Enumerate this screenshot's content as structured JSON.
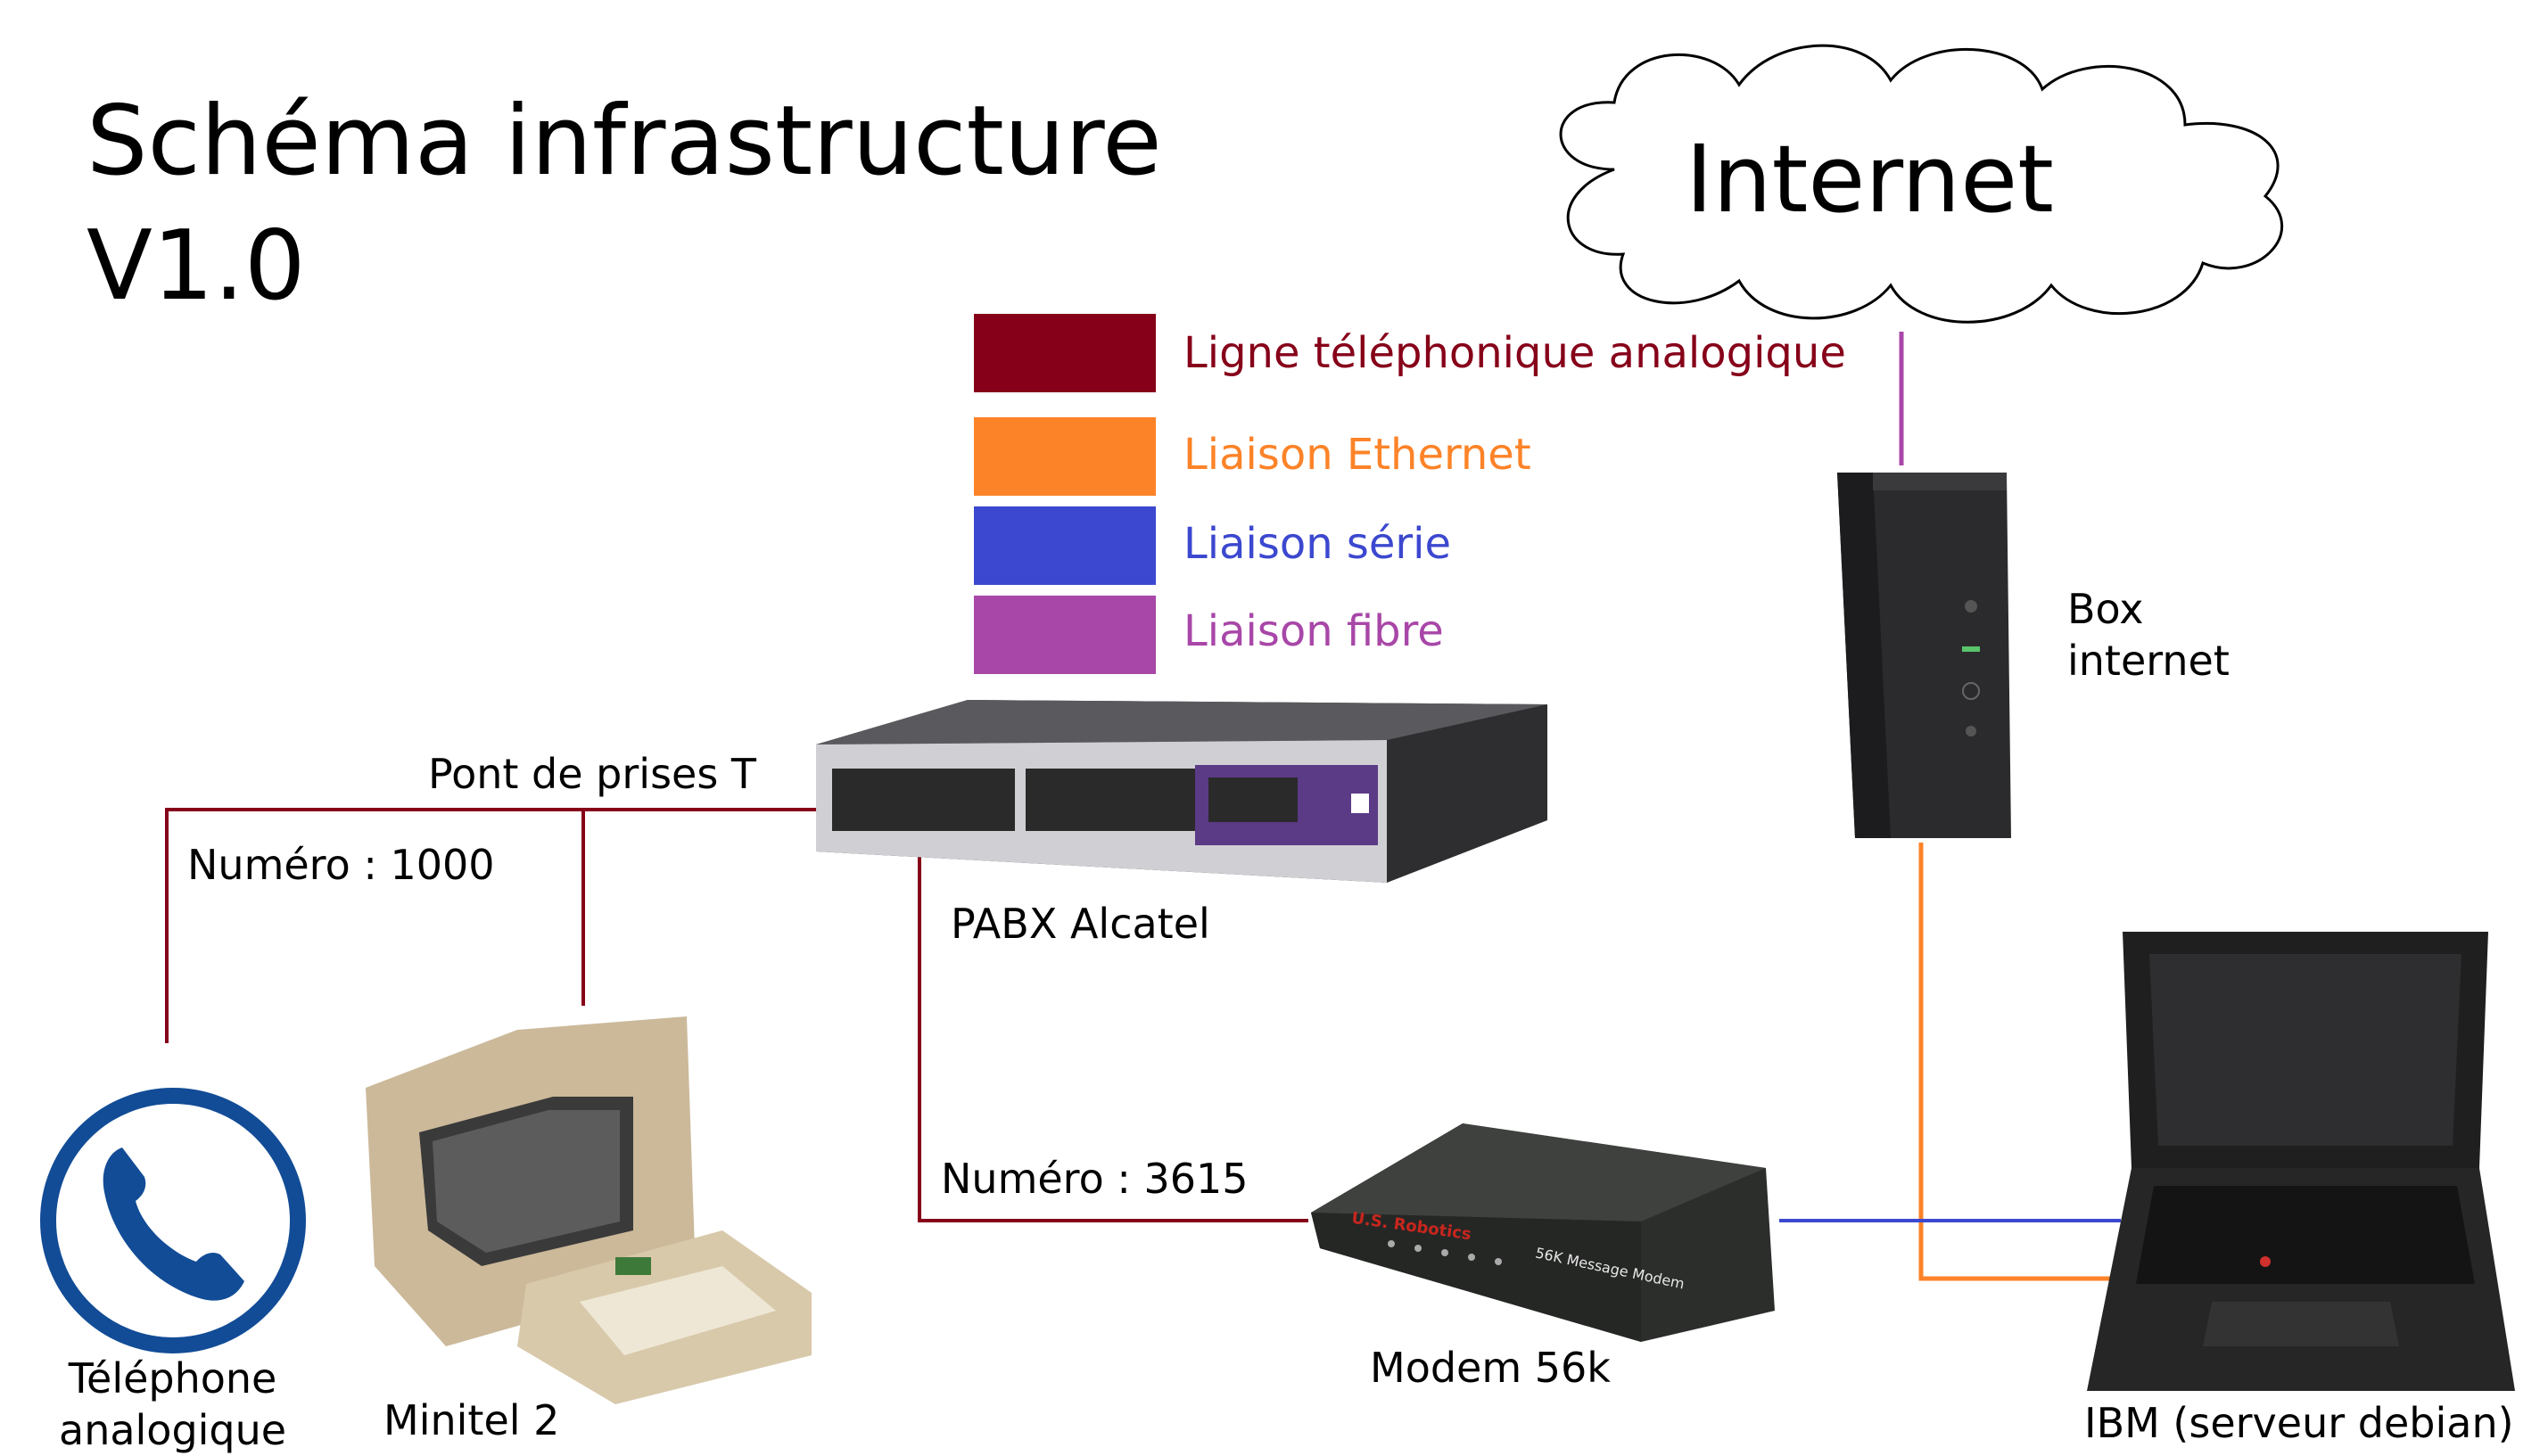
{
  "title": {
    "line1": "Schéma infrastructure",
    "line2": "V1.0"
  },
  "cloud_label": "Internet",
  "legend": [
    {
      "label": "Ligne téléphonique analogique",
      "color": "#860019"
    },
    {
      "label": "Liaison Ethernet",
      "color": "#fd8328"
    },
    {
      "label": "Liaison série",
      "color": "#3c48cf"
    },
    {
      "label": "Liaison fibre",
      "color": "#a847a8"
    }
  ],
  "devices": {
    "box": {
      "label_line1": "Box",
      "label_line2": "internet"
    },
    "pabx": {
      "label": "PABX Alcatel"
    },
    "telephone": {
      "label_line1": "Téléphone",
      "label_line2": "analogique"
    },
    "minitel": {
      "label": "Minitel 2"
    },
    "modem": {
      "label": "Modem 56k",
      "brand": "U.S. Robotics",
      "model": "56K Message Modem"
    },
    "ibm": {
      "label": "IBM (serveur debian)"
    }
  },
  "annotations": {
    "bridge": "Pont de prises T",
    "number_1000": "Numéro : 1000",
    "number_3615": "Numéro : 3615"
  }
}
